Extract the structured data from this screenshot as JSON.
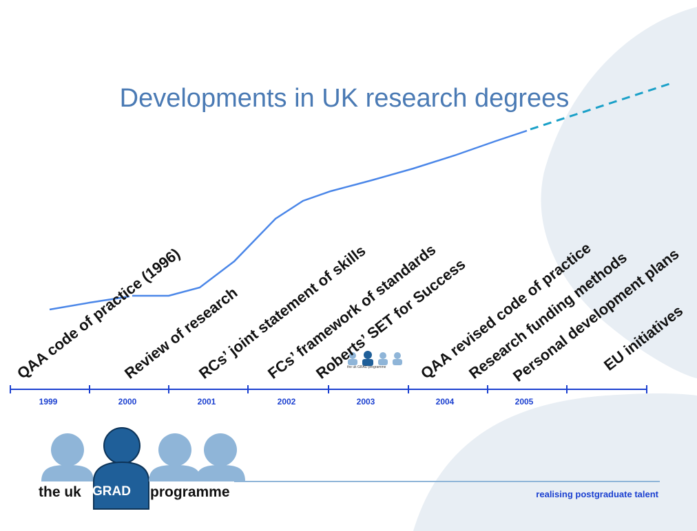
{
  "slide": {
    "title": "Developments in UK research degrees",
    "milestones": [
      "QAA code of practice (1996)",
      "Review of research",
      "RCs’ joint statement of skills",
      "FCs’ framework of standards",
      "Roberts’ SET for Success",
      "QAA revised code of practice",
      "Research funding methods",
      "Personal development plans",
      "EU initiatives"
    ],
    "years": [
      "1999",
      "2000",
      "2001",
      "2002",
      "2003",
      "2004",
      "2005"
    ],
    "logo": {
      "prefix": "the uk",
      "highlight": "GRAD",
      "suffix": "programme",
      "small_text": "the uk GRAD programme"
    },
    "tagline": "realising postgraduate talent"
  },
  "colors": {
    "title": "#4a7ab4",
    "trend_line": "#4a86e8",
    "projection_line": "#1aa0c8",
    "year_labels": "#1a3fd0",
    "timeline": "#1a3fd0",
    "logo_dark": "#1f5f99",
    "logo_light": "#8fb5d8",
    "background_shape": "#e8eef4"
  }
}
